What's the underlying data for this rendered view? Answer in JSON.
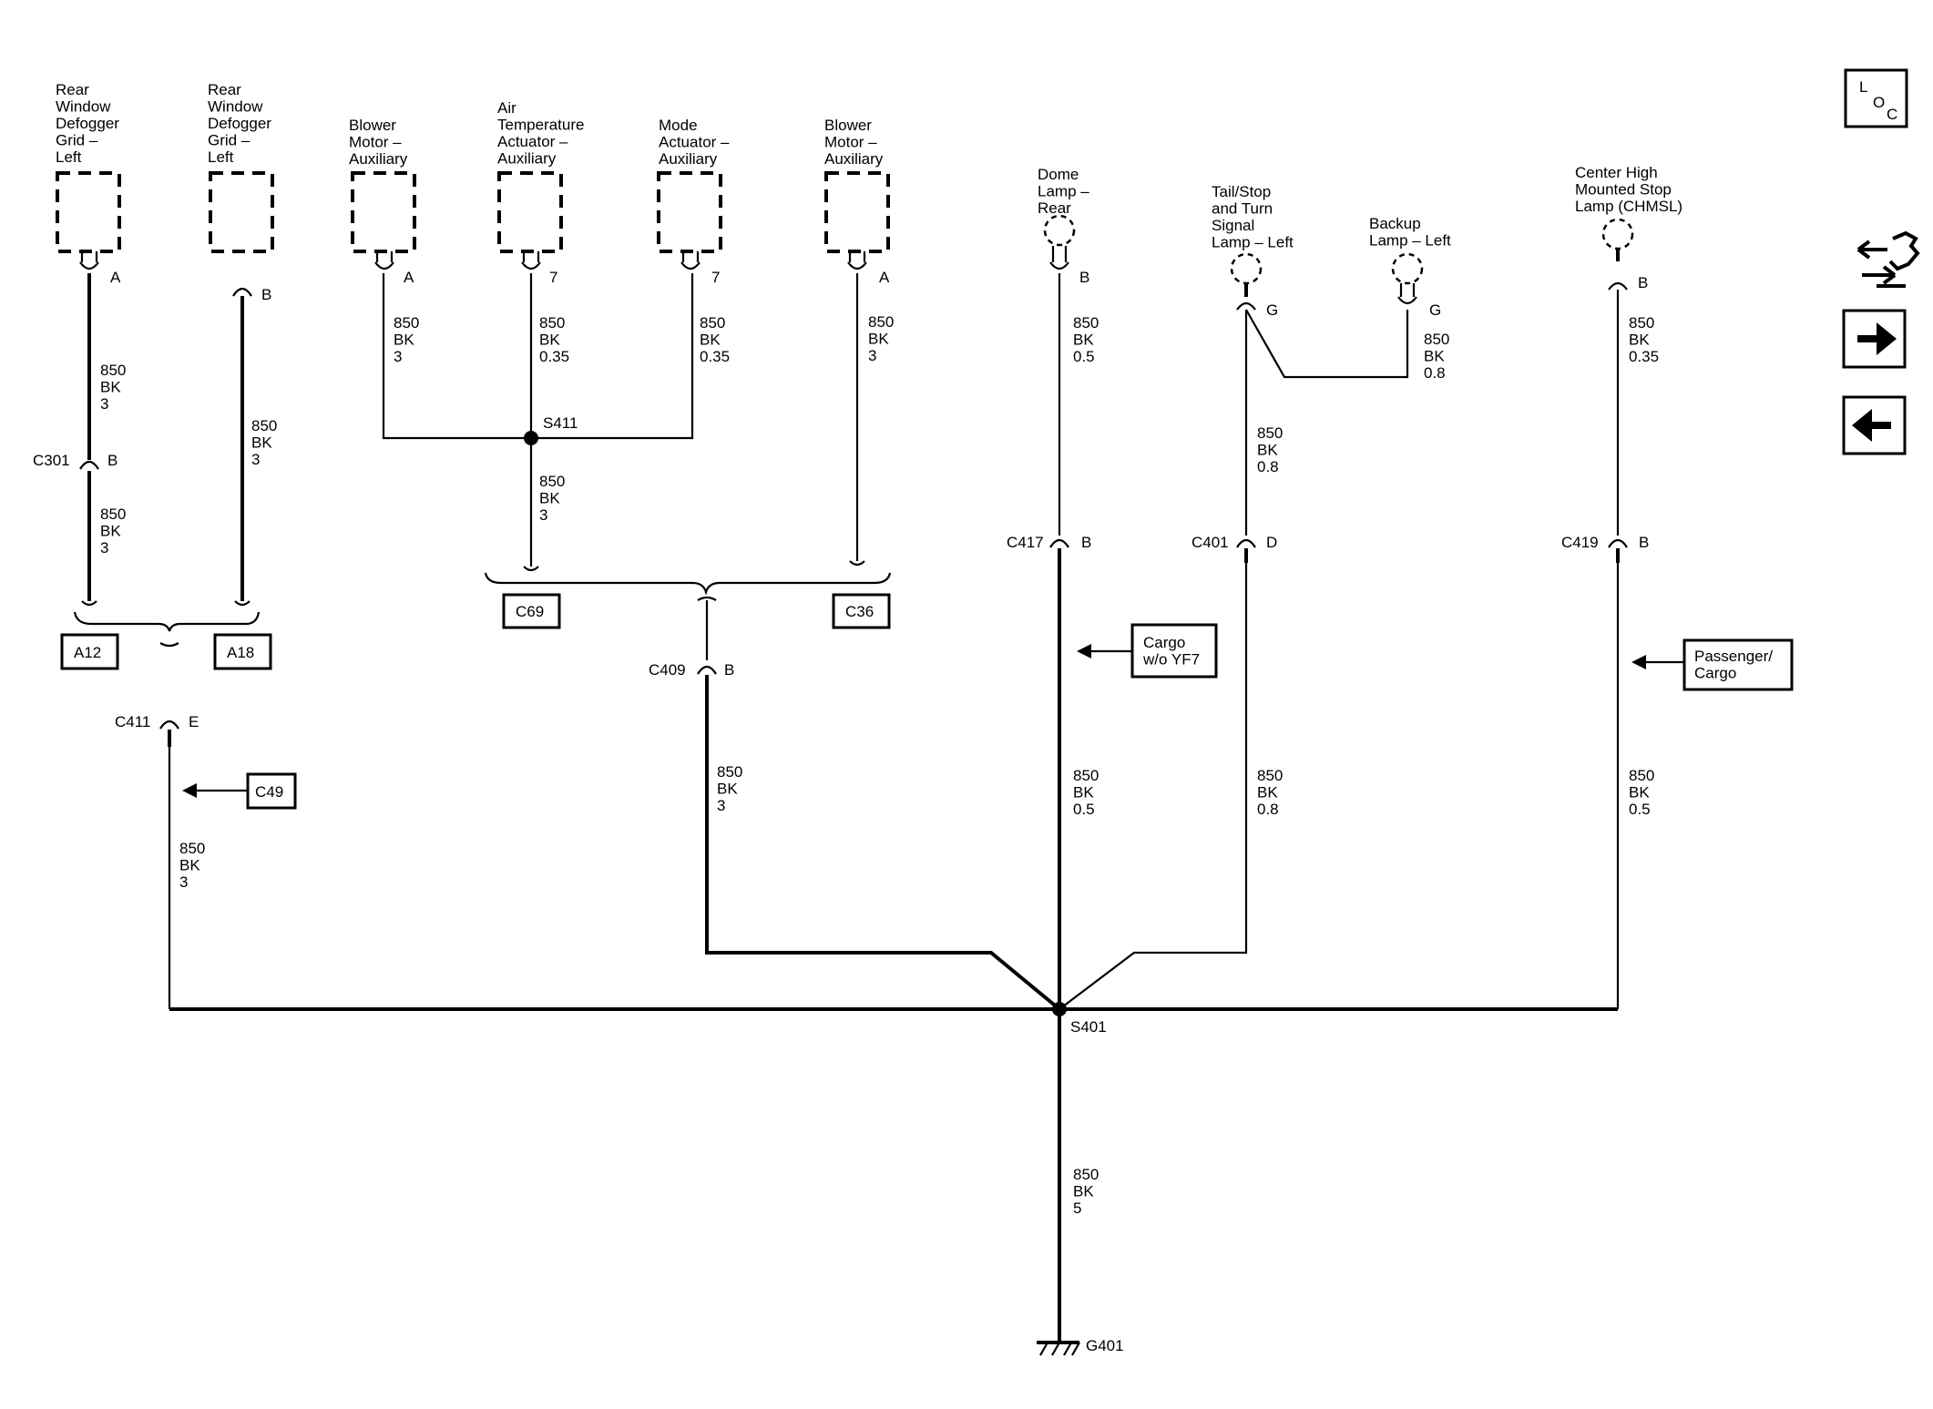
{
  "components": {
    "c1": [
      "Rear",
      "Window",
      "Defogger",
      "Grid –",
      "Left"
    ],
    "c2": [
      "Rear",
      "Window",
      "Defogger",
      "Grid –",
      "Left"
    ],
    "c3": [
      "Blower",
      "Motor –",
      "Auxiliary"
    ],
    "c4": [
      "Air",
      "Temperature",
      "Actuator –",
      "Auxiliary"
    ],
    "c5": [
      "Mode",
      "Actuator –",
      "Auxiliary"
    ],
    "c6": [
      "Blower",
      "Motor –",
      "Auxiliary"
    ],
    "c7": [
      "Dome",
      "Lamp –",
      "Rear"
    ],
    "c8": [
      "Tail/Stop",
      "and Turn",
      "Signal",
      "Lamp – Left"
    ],
    "c9": [
      "Backup",
      "Lamp – Left"
    ],
    "c10": [
      "Center High",
      "Mounted Stop",
      "Lamp (CHMSL)"
    ]
  },
  "pins": {
    "c1": "A",
    "c2": "B",
    "c3": "A",
    "c4": "7",
    "c5": "7",
    "c6": "A",
    "c7": "B",
    "c8": "G",
    "c9": "G",
    "c10": "B"
  },
  "wires": {
    "w1a": [
      "850",
      "BK",
      "3"
    ],
    "w1b": [
      "850",
      "BK",
      "3"
    ],
    "w2": [
      "850",
      "BK",
      "3"
    ],
    "w3": [
      "850",
      "BK",
      "3"
    ],
    "w4": [
      "850",
      "BK",
      "0.35"
    ],
    "w5": [
      "850",
      "BK",
      "0.35"
    ],
    "w6": [
      "850",
      "BK",
      "3"
    ],
    "w_s411": [
      "850",
      "BK",
      "3"
    ],
    "w7a": [
      "850",
      "BK",
      "0.5"
    ],
    "w7b": [
      "850",
      "BK",
      "0.5"
    ],
    "w9": [
      "850",
      "BK",
      "0.8"
    ],
    "w8a": [
      "850",
      "BK",
      "0.8"
    ],
    "w8b": [
      "850",
      "BK",
      "0.8"
    ],
    "w10a": [
      "850",
      "BK",
      "0.35"
    ],
    "w10b": [
      "850",
      "BK",
      "0.5"
    ],
    "w_c409": [
      "850",
      "BK",
      "3"
    ],
    "w_c411": [
      "850",
      "BK",
      "3"
    ],
    "w_ground": [
      "850",
      "BK",
      "5"
    ]
  },
  "connectors": {
    "c301": {
      "name": "C301",
      "pin": "B"
    },
    "c411": {
      "name": "C411",
      "pin": "E"
    },
    "c409": {
      "name": "C409",
      "pin": "B"
    },
    "c417": {
      "name": "C417",
      "pin": "B"
    },
    "c401": {
      "name": "C401",
      "pin": "D"
    },
    "c419": {
      "name": "C419",
      "pin": "B"
    }
  },
  "splices": {
    "s411": "S411",
    "s401": "S401"
  },
  "ground": "G401",
  "harness_boxes": {
    "a12": "A12",
    "a18": "A18",
    "c69": "C69",
    "c36": "C36"
  },
  "arrow_boxes": {
    "c49": [
      "C49"
    ],
    "cargo": [
      "Cargo",
      "w/o YF7"
    ],
    "passenger": [
      "Passenger/",
      "Cargo"
    ]
  },
  "nav": {
    "loc": [
      "L",
      "O",
      "C"
    ],
    "icons": [
      "harness-connector-icon",
      "next-page-arrow-icon",
      "previous-page-arrow-icon"
    ]
  }
}
